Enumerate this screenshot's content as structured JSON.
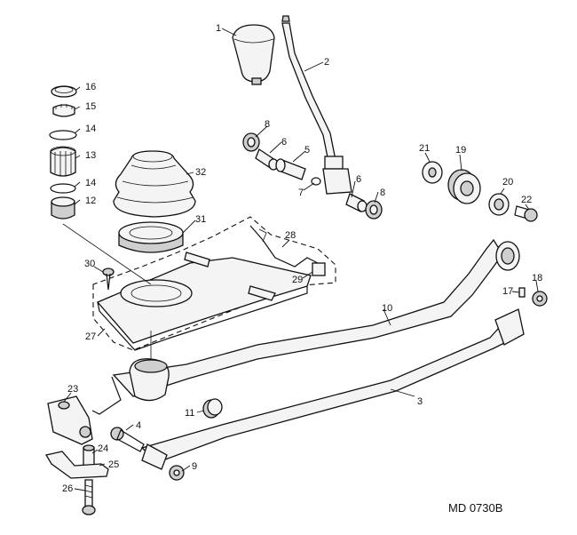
{
  "diagram": {
    "reference_code": "MD 0730B",
    "callouts": {
      "c1": "1",
      "c2": "2",
      "c3": "3",
      "c4": "4",
      "c5": "5",
      "c6a": "6",
      "c6b": "6",
      "c7": "7",
      "c8a": "8",
      "c8b": "8",
      "c9": "9",
      "c10": "10",
      "c11": "11",
      "c12": "12",
      "c13": "13",
      "c14a": "14",
      "c14b": "14",
      "c15": "15",
      "c16": "16",
      "c17": "17",
      "c18": "18",
      "c19": "19",
      "c20": "20",
      "c21": "21",
      "c22": "22",
      "c23": "23",
      "c24": "24",
      "c25": "25",
      "c26": "26",
      "c27": "27",
      "c28": "28",
      "c29": "29",
      "c30": "30",
      "c31": "31",
      "c32": "32"
    }
  }
}
